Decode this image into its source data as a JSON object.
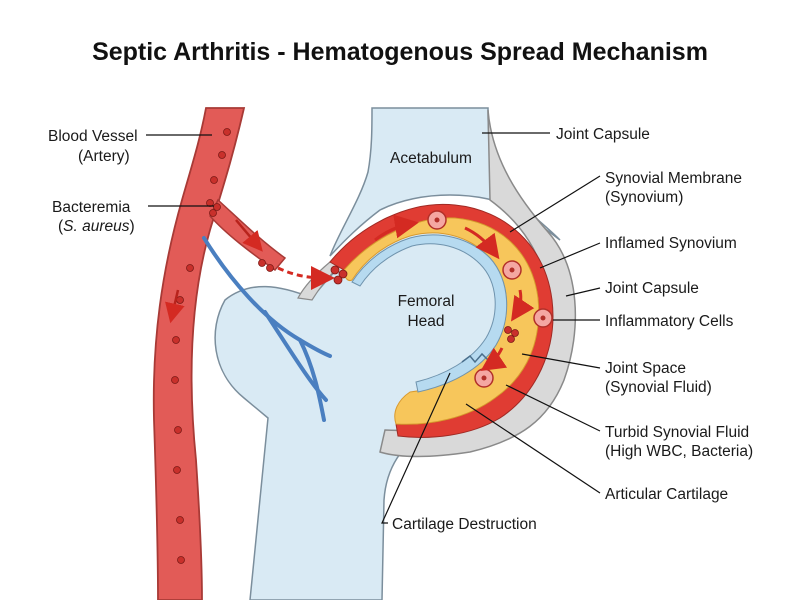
{
  "title": "Septic Arthritis - Hematogenous Spread Mechanism",
  "labels": {
    "blood_vessel": [
      "Blood Vessel",
      "(Artery)"
    ],
    "bacteremia": [
      "Bacteremia",
      "(",
      "S. aureus",
      ")"
    ],
    "acetabulum": "Acetabulum",
    "femoral_head": [
      "Femoral",
      "Head"
    ],
    "joint_capsule_top": "Joint Capsule",
    "synovial_membrane": [
      "Synovial Membrane",
      "(Synovium)"
    ],
    "inflamed_synovium": "Inflamed Synovium",
    "joint_capsule_right": "Joint Capsule",
    "inflammatory_cells": "Inflammatory Cells",
    "joint_space": [
      "Joint Space",
      "(Synovial Fluid)"
    ],
    "turbid_fluid": [
      "Turbid Synovial Fluid",
      "(High WBC, Bacteria)"
    ],
    "articular_cartilage": "Articular Cartilage",
    "cartilage_destruction": "Cartilage Destruction"
  },
  "colors": {
    "artery": "#e25b57",
    "artery_outline": "#a83a36",
    "vein": "#4a7fc0",
    "bone": "#d9eaf4",
    "bone_outline": "#7b8e9c",
    "capsule": "#d9d9d9",
    "synovium": "#e03c33",
    "fluid": "#f7c65b",
    "cartilage": "#b6daf0",
    "arrow": "#d42a22",
    "bacteria": "#c9302c"
  }
}
